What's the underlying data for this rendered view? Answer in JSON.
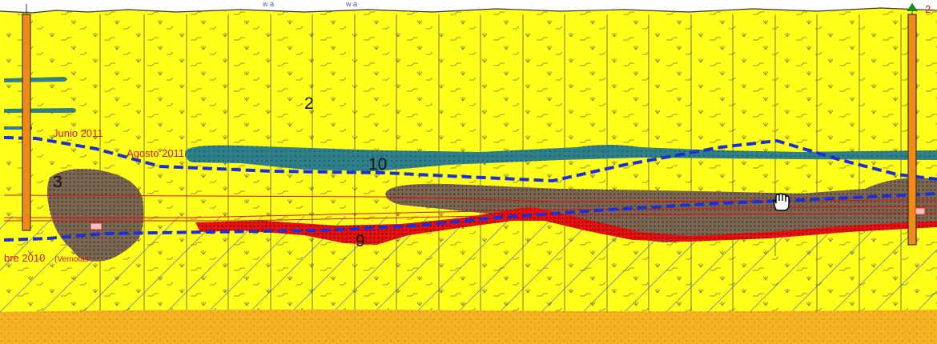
{
  "section": {
    "units": [
      "2",
      "3",
      "9",
      "10"
    ],
    "dates": {
      "junio": "Junio 2011",
      "agosto": "Agosto 2011",
      "octubre": "bre 2010",
      "octubre_note": "(Vernotas"
    },
    "top_marks": [
      "w a",
      "w a"
    ],
    "right_mark": "2",
    "colors": {
      "fill_yellow": "#ffff1a",
      "clay_brown": "#7a6550",
      "lens_teal": "#2f7f8a",
      "red_lens": "#e51010",
      "base_orange": "#f4b320",
      "water_line": "#1a2fd6",
      "borehole": "#f08a12"
    },
    "icons": [
      "hand-cursor-icon"
    ]
  }
}
